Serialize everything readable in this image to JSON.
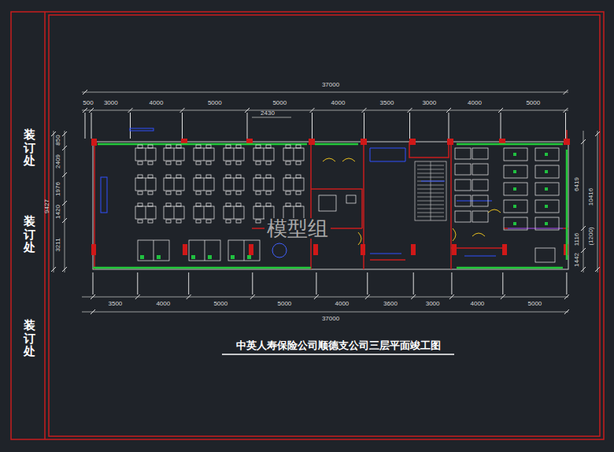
{
  "diagram": {
    "title": "中英人寿保险公司顺德支公司三层平面竣工图",
    "labels": [
      "装订处",
      "装订处",
      "装订处",
      "37000",
      "500",
      "3000",
      "4000",
      "5000",
      "5000",
      "4000",
      "3500",
      "3000",
      "4000",
      "5000",
      "2430",
      "3500",
      "4000",
      "5000",
      "5000",
      "4000",
      "3600",
      "3000",
      "4000",
      "5000",
      "37000",
      "850",
      "2409",
      "1976",
      "1420",
      "3211",
      "9427",
      "6419",
      "1116",
      "(1200)",
      "1442",
      "10416",
      "模型组"
    ]
  }
}
